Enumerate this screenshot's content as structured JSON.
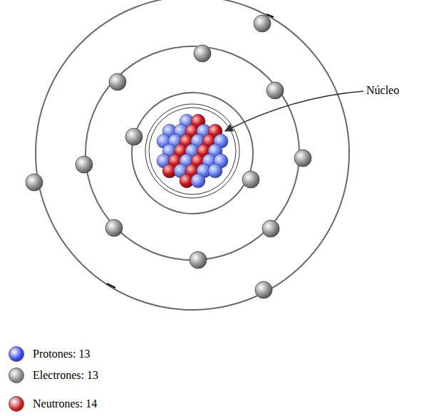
{
  "diagram": {
    "labels": [
      "Núcleo"
    ],
    "legend": [
      {
        "text": "Protones: 13",
        "color": "#2a3cf0"
      },
      {
        "text": "Electrones: 13",
        "color": "#808080"
      },
      {
        "text": "Neutrones: 14",
        "color": "#c81414"
      }
    ]
  }
}
